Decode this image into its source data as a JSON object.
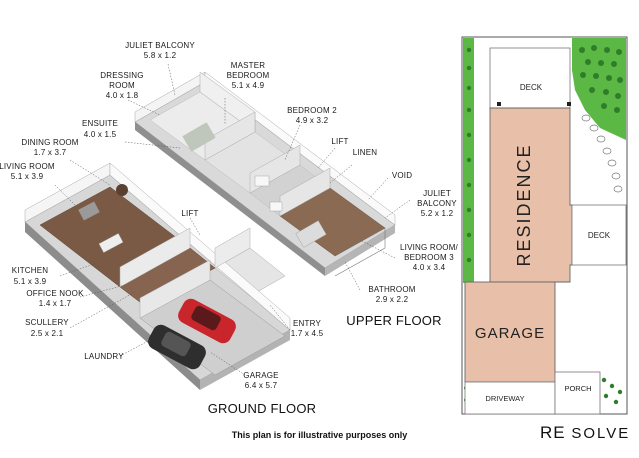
{
  "rooms": {
    "juliet_balcony_master": {
      "name": "JULIET BALCONY",
      "dims": "5.8 x 1.2"
    },
    "master_bedroom": {
      "name1": "MASTER",
      "name2": "BEDROOM",
      "dims": "5.1 x 4.9"
    },
    "dressing_room": {
      "name1": "DRESSING",
      "name2": "ROOM",
      "dims": "4.0 x 1.8"
    },
    "ensuite": {
      "name": "ENSUITE",
      "dims": "4.0 x 1.5"
    },
    "bedroom_2": {
      "name": "BEDROOM 2",
      "dims": "4.9 x 3.2"
    },
    "lift_upper": {
      "name": "LIFT"
    },
    "linen": {
      "name": "LINEN"
    },
    "void": {
      "name": "VOID"
    },
    "juliet_balcony_upper": {
      "name1": "JULIET",
      "name2": "BALCONY",
      "dims": "5.2 x 1.2"
    },
    "living_bedroom_3": {
      "name1": "LIVING ROOM/",
      "name2": "BEDROOM 3",
      "dims": "4.0 x 3.4"
    },
    "bathroom": {
      "name": "BATHROOM",
      "dims": "2.9 x 2.2"
    },
    "dining_room": {
      "name": "DINING ROOM",
      "dims": "1.7 x 3.7"
    },
    "living_room": {
      "name": "LIVING ROOM",
      "dims": "5.1 x 3.9"
    },
    "lift_ground": {
      "name": "LIFT"
    },
    "kitchen": {
      "name": "KITCHEN",
      "dims": "5.1 x 3.9"
    },
    "office_nook": {
      "name": "OFFICE NOOK",
      "dims": "1.4 x 1.7"
    },
    "scullery": {
      "name": "SCULLERY",
      "dims": "2.5 x 2.1"
    },
    "laundry": {
      "name": "LAUNDRY"
    },
    "entry": {
      "name": "ENTRY",
      "dims": "1.7 x 4.5"
    },
    "garage": {
      "name": "GARAGE",
      "dims": "6.4 x 5.7"
    }
  },
  "floors": {
    "upper": "UPPER FLOOR",
    "ground": "GROUND FLOOR"
  },
  "site_plan": {
    "deck_top": "DECK",
    "residence": "RESIDENCE",
    "deck_right": "DECK",
    "garage": "GARAGE",
    "driveway": "DRIVEWAY",
    "porch": "PORCH"
  },
  "footer": {
    "disclaimer": "This plan is for illustrative purposes only",
    "logo_bold": "RE",
    "logo_light": "SOLVE"
  },
  "colors": {
    "residence_fill": "#e8bfa8",
    "grass_green": "#5cb845",
    "floor_wood": "#7a5a45",
    "wall_white": "#f2f2f2"
  }
}
